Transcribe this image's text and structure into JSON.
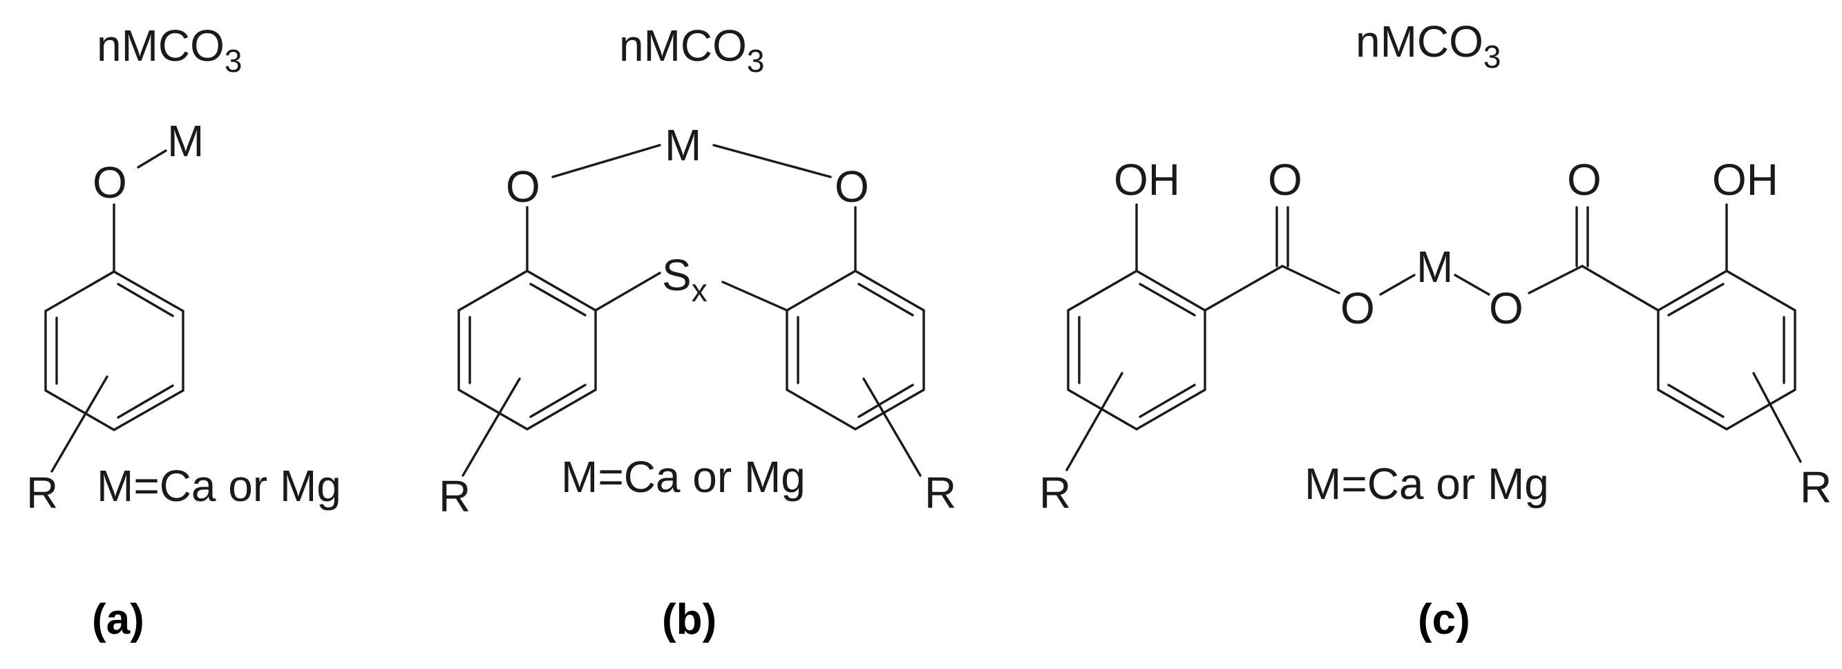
{
  "panels": {
    "a": {
      "carbonate": {
        "main": "nMCO",
        "sub": "3"
      },
      "atoms": {
        "metal": "M",
        "oxygen": "O",
        "substituent": "R"
      },
      "metal_note": "M=Ca or Mg",
      "label": "(a)"
    },
    "b": {
      "carbonate": {
        "main": "nMCO",
        "sub": "3"
      },
      "atoms": {
        "metal": "M",
        "oxygen_left": "O",
        "oxygen_right": "O",
        "sulfur": "S",
        "sulfur_sub": "x",
        "substituent_left": "R",
        "substituent_right": "R"
      },
      "metal_note": "M=Ca or Mg",
      "label": "(b)"
    },
    "c": {
      "carbonate": {
        "main": "nMCO",
        "sub": "3"
      },
      "atoms": {
        "hydroxyl_left": "OH",
        "hydroxyl_right": "OH",
        "carbonyl_left": "O",
        "carbonyl_right": "O",
        "ester_o_left": "O",
        "ester_o_right": "O",
        "metal": "M",
        "substituent_left": "R",
        "substituent_right": "R"
      },
      "metal_note": "M=Ca or Mg",
      "label": "(c)"
    }
  }
}
